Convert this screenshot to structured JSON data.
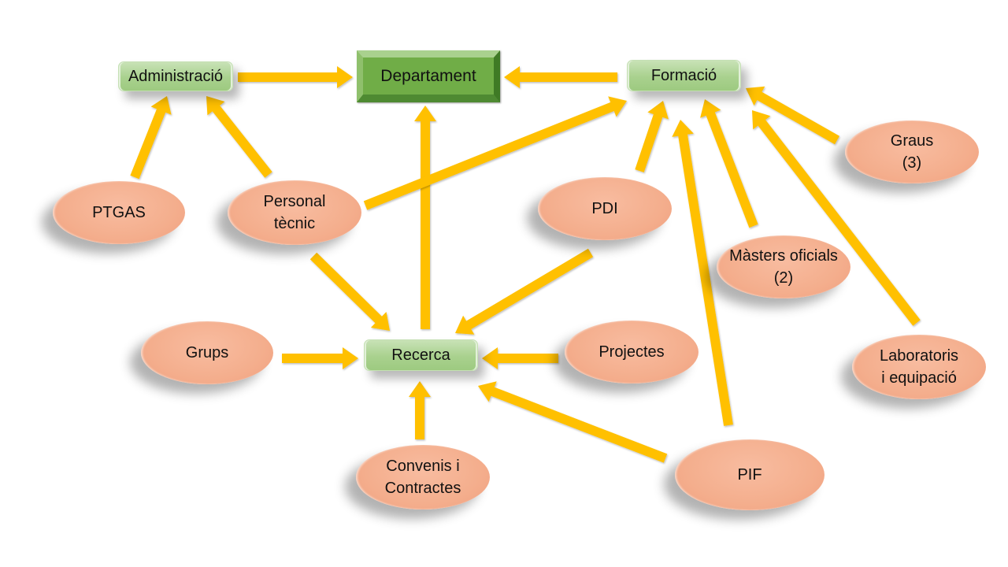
{
  "diagram": {
    "colors": {
      "arrow": "#ffc000",
      "department_fill": "#70ad47",
      "category_box_fill": "#a9d18e",
      "ellipse_fill": "#f4ae8d",
      "text": "#111111"
    },
    "nodes": {
      "departament": {
        "label": "Departament"
      },
      "administracio": {
        "label": "Administració"
      },
      "formacio": {
        "label": "Formació"
      },
      "recerca": {
        "label": "Recerca"
      },
      "ptgas": {
        "lines": [
          "PTGAS"
        ]
      },
      "personal_tecnic": {
        "lines": [
          "Personal",
          "tècnic"
        ]
      },
      "pdi": {
        "lines": [
          "PDI"
        ]
      },
      "graus": {
        "lines": [
          "Graus",
          "(3)"
        ]
      },
      "masters": {
        "lines": [
          "Màsters oficials",
          "(2)"
        ]
      },
      "laboratoris": {
        "lines": [
          "Laboratoris",
          "i equipació"
        ]
      },
      "grups": {
        "lines": [
          "Grups"
        ]
      },
      "projectes": {
        "lines": [
          "Projectes"
        ]
      },
      "convenis": {
        "lines": [
          "Convenis i",
          "Contractes"
        ]
      },
      "pif": {
        "lines": [
          "PIF"
        ]
      }
    },
    "edges": [
      {
        "from": "administracio",
        "to": "departament"
      },
      {
        "from": "formacio",
        "to": "departament"
      },
      {
        "from": "recerca",
        "to": "departament"
      },
      {
        "from": "ptgas",
        "to": "administracio"
      },
      {
        "from": "personal_tecnic",
        "to": "administracio"
      },
      {
        "from": "personal_tecnic",
        "to": "formacio"
      },
      {
        "from": "personal_tecnic",
        "to": "recerca"
      },
      {
        "from": "pdi",
        "to": "formacio"
      },
      {
        "from": "pdi",
        "to": "recerca"
      },
      {
        "from": "pif",
        "to": "formacio"
      },
      {
        "from": "pif",
        "to": "recerca"
      },
      {
        "from": "masters",
        "to": "formacio"
      },
      {
        "from": "laboratoris",
        "to": "formacio"
      },
      {
        "from": "graus",
        "to": "formacio"
      },
      {
        "from": "grups",
        "to": "recerca"
      },
      {
        "from": "projectes",
        "to": "recerca"
      },
      {
        "from": "convenis",
        "to": "recerca"
      }
    ]
  }
}
